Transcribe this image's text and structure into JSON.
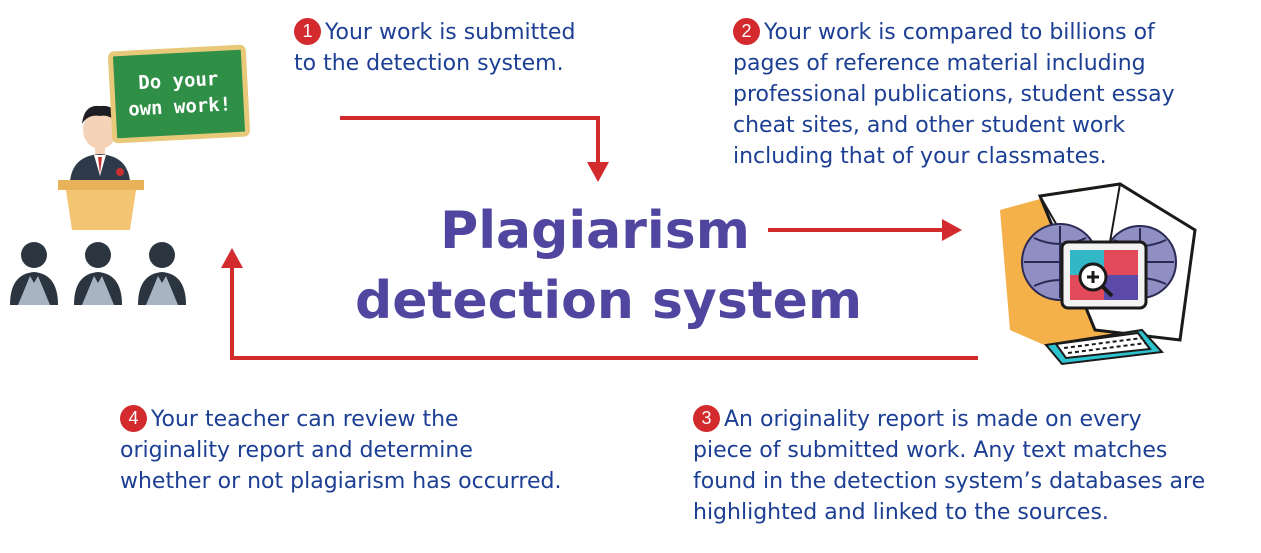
{
  "chalkboard": {
    "text": "Do your\nown work!"
  },
  "center": {
    "title_line1": "Plagiarism",
    "title_line2": "detection system"
  },
  "steps": [
    {
      "number": "1",
      "lines": [
        "Your work is submitted",
        "to the detection system."
      ]
    },
    {
      "number": "2",
      "lines": [
        "Your work is compared to billions of",
        "pages of reference material including",
        "professional publications, student essay",
        "cheat sites, and other student work",
        "including that of your classmates."
      ]
    },
    {
      "number": "3",
      "lines": [
        "An originality report is made on every",
        "piece of submitted work. Any text matches",
        "found in the detection system’s databases are",
        "highlighted and linked to the sources."
      ]
    },
    {
      "number": "4",
      "lines": [
        "Your teacher can review the",
        "originality report and determine",
        "whether or not plagiarism has occurred."
      ]
    }
  ],
  "colors": {
    "arrow": "#d32a2e",
    "text": "#1c3f94",
    "title": "#5046a0",
    "badge": "#d32a2e"
  }
}
